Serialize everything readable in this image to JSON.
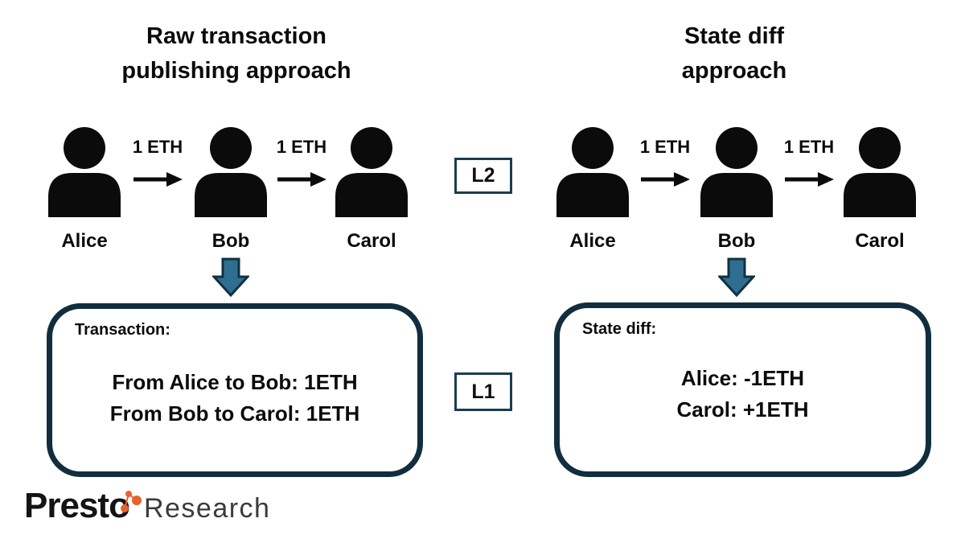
{
  "left_panel": {
    "title_line1": "Raw transaction",
    "title_line2": "publishing approach",
    "person1": "Alice",
    "person2": "Bob",
    "person3": "Carol",
    "transfer1_label": "1 ETH",
    "transfer2_label": "1 ETH",
    "box_title": "Transaction:",
    "box_line1": "From Alice to Bob: 1ETH",
    "box_line2": "From Bob to Carol: 1ETH"
  },
  "right_panel": {
    "title_line1": "State diff",
    "title_line2": "approach",
    "person1": "Alice",
    "person2": "Bob",
    "person3": "Carol",
    "transfer1_label": "1 ETH",
    "transfer2_label": "1 ETH",
    "box_title": "State diff:",
    "box_line1": "Alice: -1ETH",
    "box_line2": "Carol: +1ETH"
  },
  "middle": {
    "l2_label": "L2",
    "l1_label": "L1"
  },
  "logo": {
    "brand": "Presto",
    "suffix": "Research"
  },
  "colors": {
    "ink": "#0B0B0B",
    "box_border": "#122E3E",
    "layer_border": "#1C3D50",
    "arrow_fill": "#2E6F91",
    "arrow_stroke": "#12303F",
    "logo_orange": "#E8622B",
    "research_gray": "#3B3B3B"
  }
}
